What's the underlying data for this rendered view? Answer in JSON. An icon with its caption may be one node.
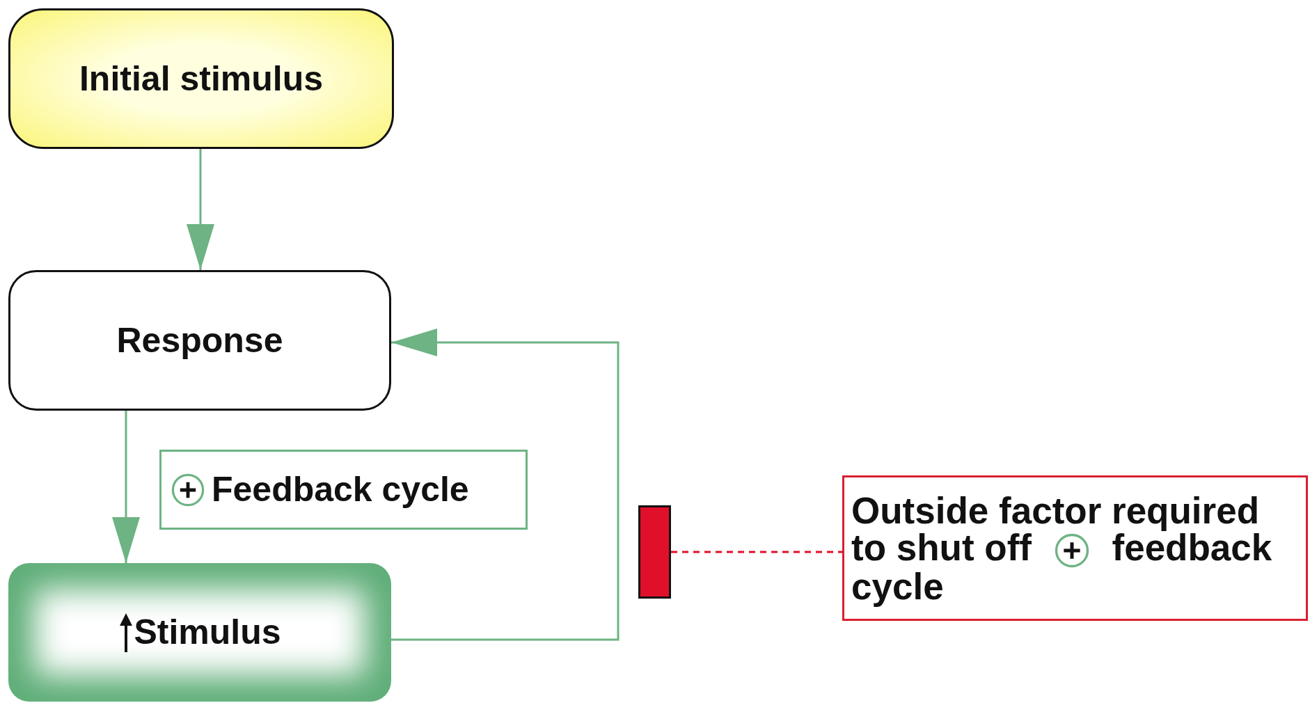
{
  "diagram": {
    "nodes": [
      {
        "text": [
          "Initial stimulus"
        ]
      },
      {
        "text": [
          "Response"
        ]
      },
      {
        "text": [
          "Feedback cycle"
        ]
      },
      {
        "text": [
          "Stimulus"
        ]
      },
      {
        "text": [],
        "shape": "bar"
      },
      {
        "text": [
          "Outside factor required to shut off",
          "feedback cycle"
        ]
      }
    ],
    "edges": [
      {
        "from": 0,
        "to": 1,
        "arrow": "to"
      },
      {
        "from": 1,
        "to": 3,
        "arrow": "to"
      },
      {
        "from": 3,
        "to": 1,
        "arrow": "to"
      },
      {
        "from": 4,
        "to": 5,
        "arrow": "none",
        "style": "dashed",
        "color": "#e0102a"
      }
    ]
  }
}
